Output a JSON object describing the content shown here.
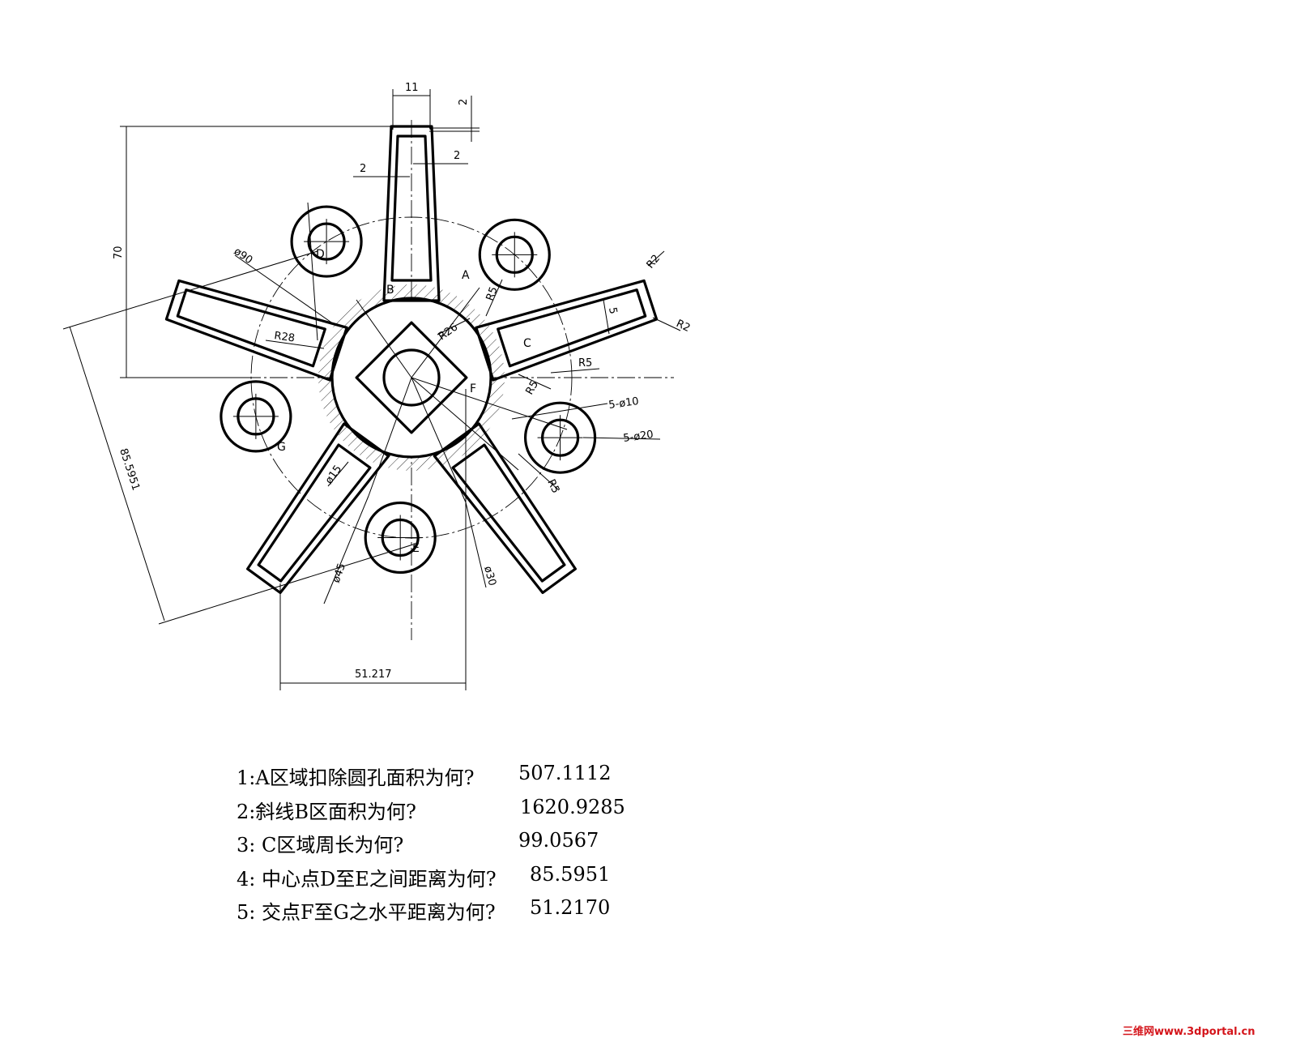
{
  "drawing": {
    "labels": {
      "a": "A",
      "b": "B",
      "c": "C",
      "d": "D",
      "e": "E",
      "f": "F",
      "g": "G"
    },
    "dimensions": {
      "top_width": "11",
      "top_offset_a": "2",
      "top_offset_b": "2",
      "wall_left": "2",
      "height": "70",
      "dia_90": "ø90",
      "r28": "R28",
      "r26": "R26",
      "r5_a": "R5",
      "r5_b": "R5",
      "r5_c": "R5",
      "r5_d": "R5",
      "r2_a": "R2",
      "r2_b": "R2",
      "slot_5": "5",
      "holes_10": "5-ø10",
      "holes_20": "5-ø20",
      "dia_15": "ø15",
      "dia_45": "ø45",
      "dia_30": "ø30",
      "diagonal": "85.5951",
      "horizontal": "51.217"
    }
  },
  "questions": [
    {
      "q": "1:A区域扣除圆孔面积为何?",
      "a": "507.1112"
    },
    {
      "q": "2:斜线B区面积为何?",
      "a": "1620.9285"
    },
    {
      "q": "3: C区域周长为何?",
      "a": "99.0567"
    },
    {
      "q": "4: 中心点D至E之间距离为何?",
      "a": "85.5951"
    },
    {
      "q": "5: 交点F至G之水平距离为何?",
      "a": "51.2170"
    }
  ],
  "watermark": "三维网www.3dportal.cn"
}
